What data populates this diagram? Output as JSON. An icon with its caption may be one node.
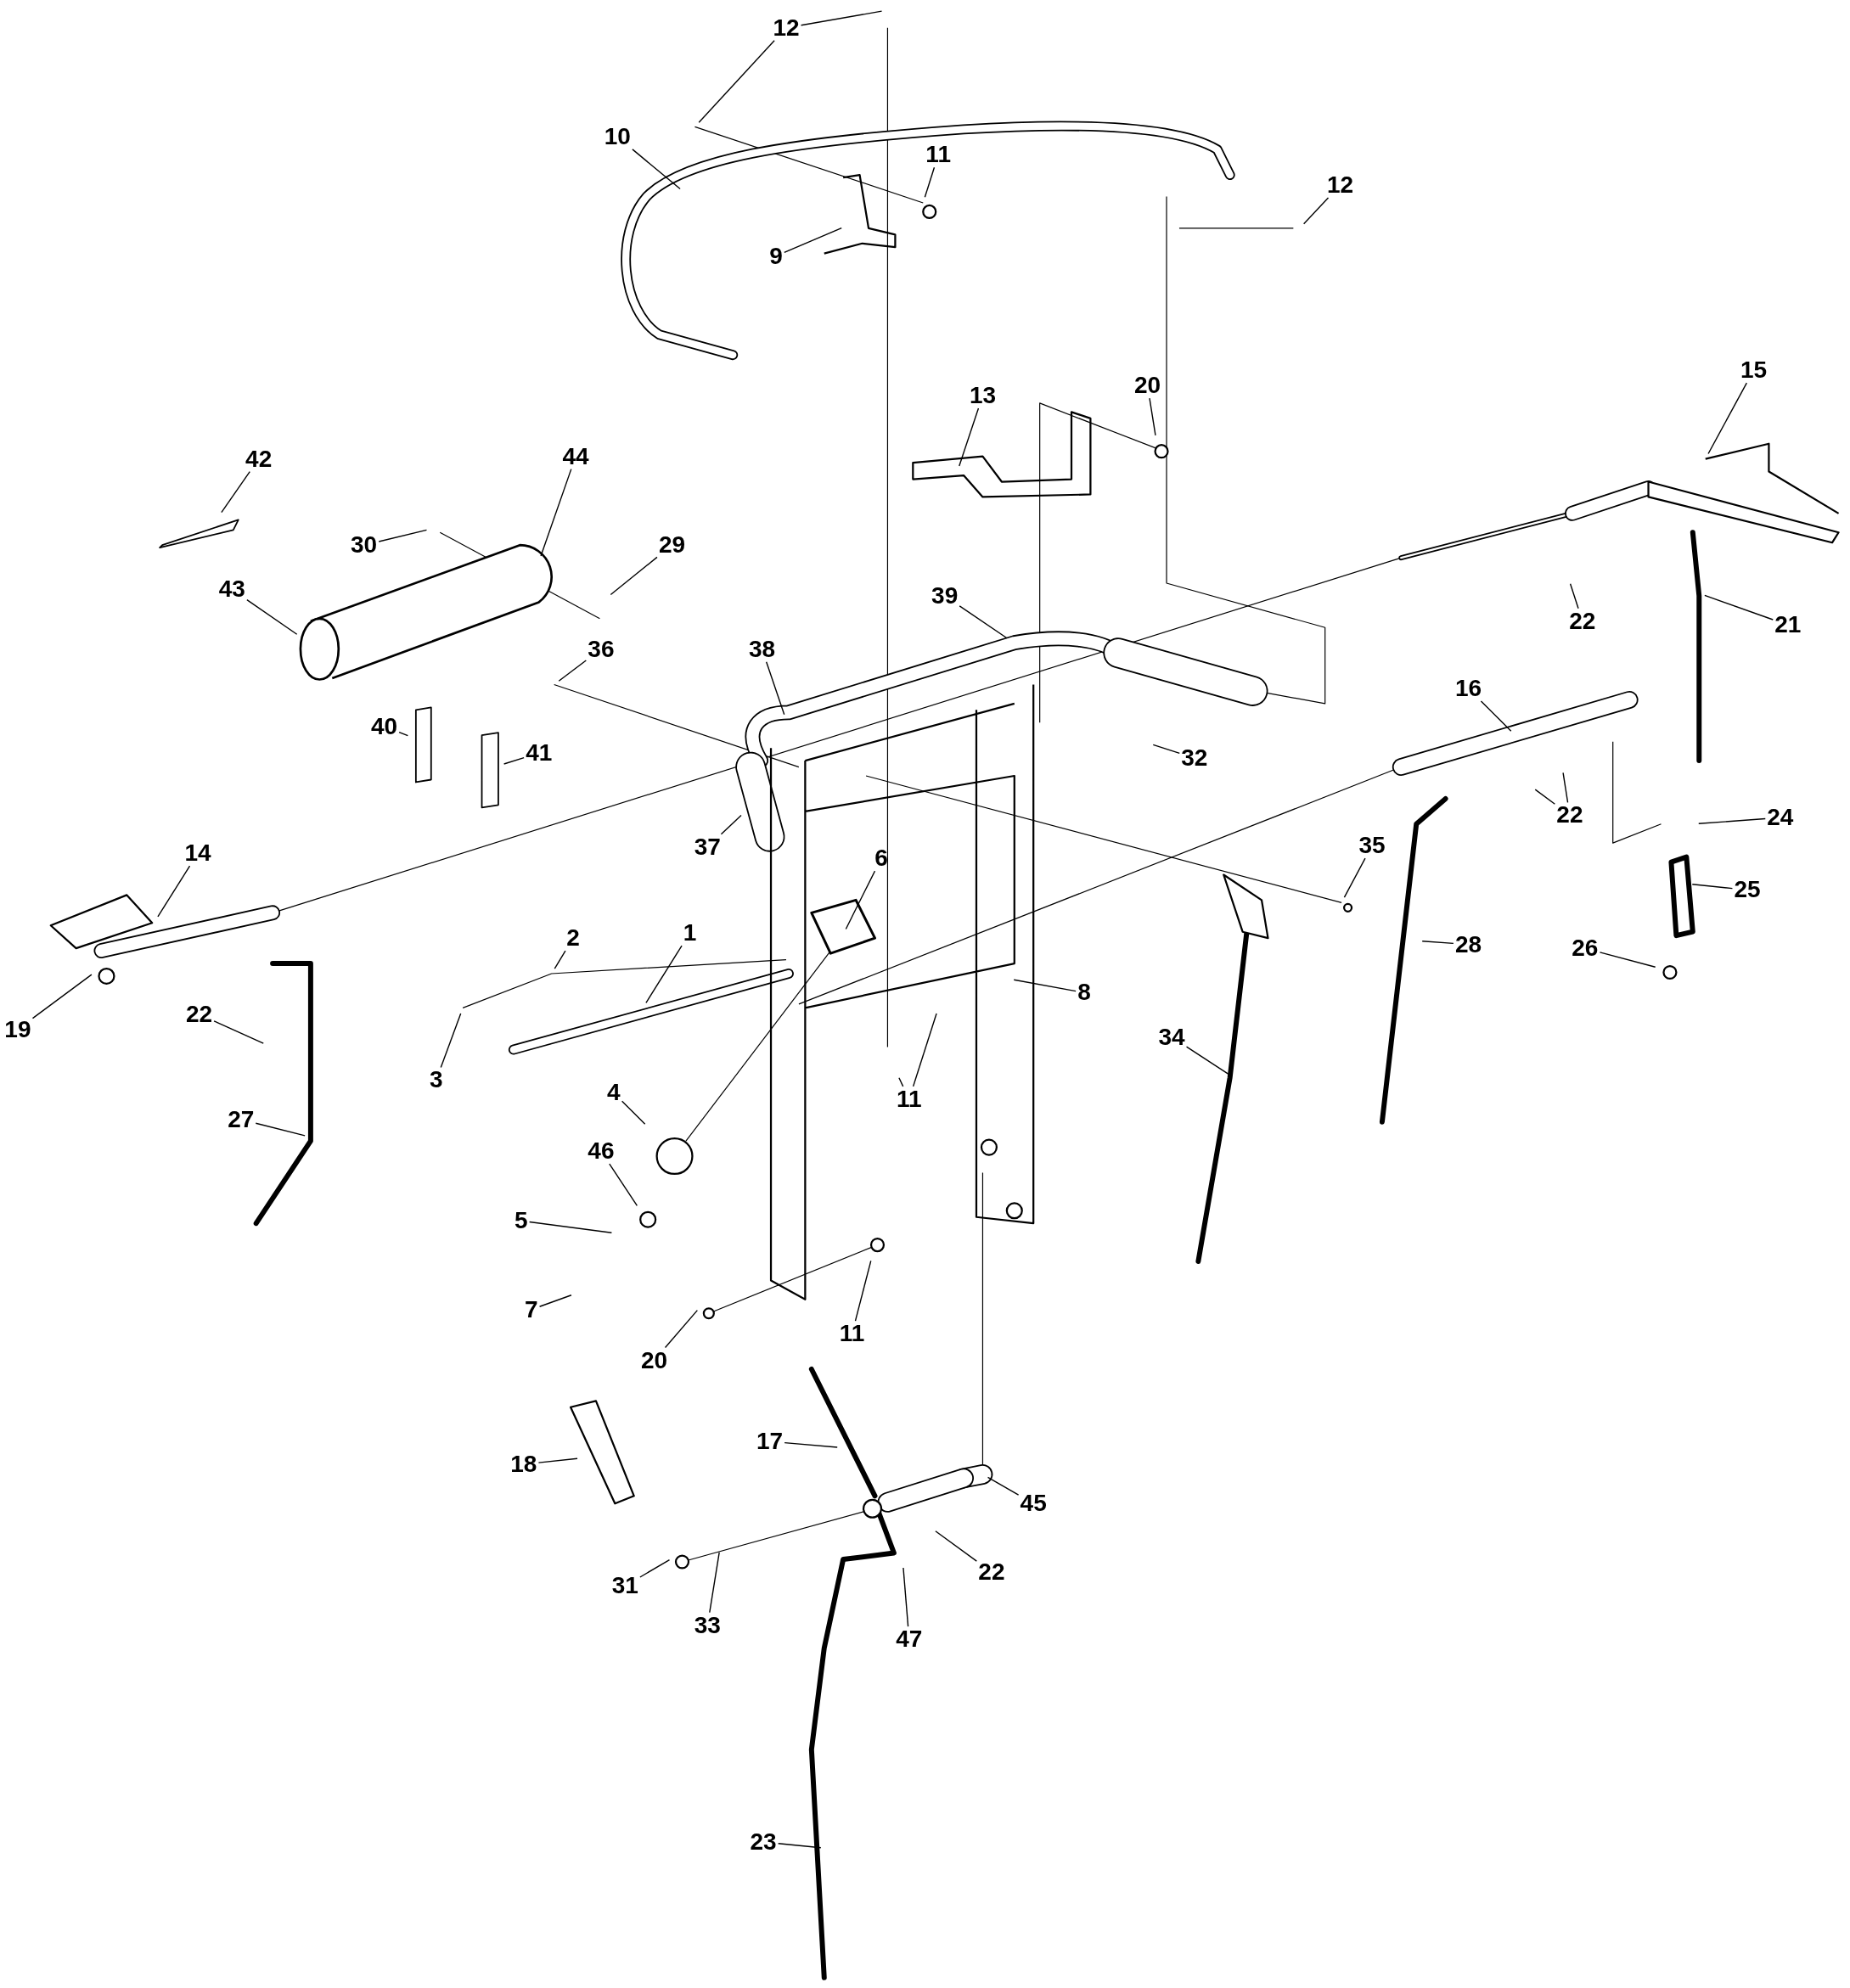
{
  "diagram": {
    "nodes": [
      {
        "text": [
          "12"
        ]
      },
      {
        "text": [
          "10"
        ]
      },
      {
        "text": [
          "11"
        ]
      },
      {
        "text": [
          "12"
        ]
      },
      {
        "text": [
          "9"
        ]
      },
      {
        "text": [
          "15"
        ]
      },
      {
        "text": [
          "20"
        ]
      },
      {
        "text": [
          "13"
        ]
      },
      {
        "text": [
          "44"
        ]
      },
      {
        "text": [
          "42"
        ]
      },
      {
        "text": [
          "30"
        ]
      },
      {
        "text": [
          "29"
        ]
      },
      {
        "text": [
          "43"
        ]
      },
      {
        "text": [
          "39"
        ]
      },
      {
        "text": [
          "22"
        ]
      },
      {
        "text": [
          "21"
        ]
      },
      {
        "text": [
          "36"
        ]
      },
      {
        "text": [
          "38"
        ]
      },
      {
        "text": [
          "16"
        ]
      },
      {
        "text": [
          "40"
        ]
      },
      {
        "text": [
          "41"
        ]
      },
      {
        "text": [
          "32"
        ]
      },
      {
        "text": [
          "22"
        ]
      },
      {
        "text": [
          "24"
        ]
      },
      {
        "text": [
          "37"
        ]
      },
      {
        "text": [
          "14"
        ]
      },
      {
        "text": [
          "35"
        ]
      },
      {
        "text": [
          "6"
        ]
      },
      {
        "text": [
          "25"
        ]
      },
      {
        "text": [
          "1"
        ]
      },
      {
        "text": [
          "2"
        ]
      },
      {
        "text": [
          "28"
        ]
      },
      {
        "text": [
          "26"
        ]
      },
      {
        "text": [
          "8"
        ]
      },
      {
        "text": [
          "22"
        ]
      },
      {
        "text": [
          "19"
        ]
      },
      {
        "text": [
          "34"
        ]
      },
      {
        "text": [
          "3"
        ]
      },
      {
        "text": [
          "4"
        ]
      },
      {
        "text": [
          "11"
        ]
      },
      {
        "text": [
          "27"
        ]
      },
      {
        "text": [
          "46"
        ]
      },
      {
        "text": [
          "5"
        ]
      },
      {
        "text": [
          "7"
        ]
      },
      {
        "text": [
          "11"
        ]
      },
      {
        "text": [
          "20"
        ]
      },
      {
        "text": [
          "17"
        ]
      },
      {
        "text": [
          "18"
        ]
      },
      {
        "text": [
          "45"
        ]
      },
      {
        "text": [
          "22"
        ]
      },
      {
        "text": [
          "31"
        ]
      },
      {
        "text": [
          "33"
        ]
      },
      {
        "text": [
          "47"
        ]
      },
      {
        "text": [
          "23"
        ]
      }
    ],
    "edges": [
      {
        "from": 0,
        "to": null,
        "arrow": "none"
      },
      {
        "from": 0,
        "to": null,
        "arrow": "none"
      },
      {
        "from": 1,
        "to": null,
        "arrow": "none"
      },
      {
        "from": 2,
        "to": null,
        "arrow": "none"
      },
      {
        "from": 3,
        "to": null,
        "arrow": "none"
      },
      {
        "from": 4,
        "to": null,
        "arrow": "none"
      },
      {
        "from": 5,
        "to": null,
        "arrow": "none"
      },
      {
        "from": 6,
        "to": null,
        "arrow": "none"
      },
      {
        "from": 7,
        "to": null,
        "arrow": "none"
      },
      {
        "from": 8,
        "to": null,
        "arrow": "none"
      },
      {
        "from": 9,
        "to": null,
        "arrow": "none"
      },
      {
        "from": 10,
        "to": null,
        "arrow": "none"
      },
      {
        "from": 11,
        "to": null,
        "arrow": "none"
      },
      {
        "from": 12,
        "to": null,
        "arrow": "none"
      },
      {
        "from": 13,
        "to": null,
        "arrow": "none"
      },
      {
        "from": 14,
        "to": null,
        "arrow": "none"
      },
      {
        "from": 15,
        "to": null,
        "arrow": "none"
      },
      {
        "from": 16,
        "to": null,
        "arrow": "none"
      },
      {
        "from": 17,
        "to": null,
        "arrow": "none"
      },
      {
        "from": 18,
        "to": null,
        "arrow": "none"
      },
      {
        "from": 19,
        "to": null,
        "arrow": "none"
      },
      {
        "from": 20,
        "to": null,
        "arrow": "none"
      },
      {
        "from": 21,
        "to": null,
        "arrow": "none"
      },
      {
        "from": 22,
        "to": null,
        "arrow": "none"
      },
      {
        "from": 22,
        "to": null,
        "arrow": "none"
      },
      {
        "from": 23,
        "to": null,
        "arrow": "none"
      },
      {
        "from": 24,
        "to": null,
        "arrow": "none"
      },
      {
        "from": 25,
        "to": null,
        "arrow": "none"
      },
      {
        "from": 26,
        "to": null,
        "arrow": "none"
      },
      {
        "from": 27,
        "to": null,
        "arrow": "none"
      },
      {
        "from": 28,
        "to": null,
        "arrow": "none"
      },
      {
        "from": 29,
        "to": null,
        "arrow": "none"
      },
      {
        "from": 30,
        "to": null,
        "arrow": "none"
      },
      {
        "from": 31,
        "to": null,
        "arrow": "none"
      },
      {
        "from": 32,
        "to": null,
        "arrow": "none"
      },
      {
        "from": 33,
        "to": null,
        "arrow": "none"
      },
      {
        "from": 34,
        "to": null,
        "arrow": "none"
      },
      {
        "from": 35,
        "to": null,
        "arrow": "none"
      },
      {
        "from": 36,
        "to": null,
        "arrow": "none"
      },
      {
        "from": 37,
        "to": null,
        "arrow": "none"
      },
      {
        "from": 38,
        "to": null,
        "arrow": "none"
      },
      {
        "from": 39,
        "to": null,
        "arrow": "none"
      },
      {
        "from": 39,
        "to": null,
        "arrow": "none"
      },
      {
        "from": 40,
        "to": null,
        "arrow": "none"
      },
      {
        "from": 41,
        "to": null,
        "arrow": "none"
      },
      {
        "from": 42,
        "to": null,
        "arrow": "none"
      },
      {
        "from": 43,
        "to": null,
        "arrow": "none"
      },
      {
        "from": 44,
        "to": null,
        "arrow": "none"
      },
      {
        "from": 45,
        "to": null,
        "arrow": "none"
      },
      {
        "from": 46,
        "to": null,
        "arrow": "none"
      },
      {
        "from": 47,
        "to": null,
        "arrow": "none"
      },
      {
        "from": 48,
        "to": null,
        "arrow": "none"
      },
      {
        "from": 49,
        "to": null,
        "arrow": "none"
      },
      {
        "from": 50,
        "to": null,
        "arrow": "none"
      },
      {
        "from": 51,
        "to": null,
        "arrow": "none"
      },
      {
        "from": 52,
        "to": null,
        "arrow": "none"
      },
      {
        "from": 53,
        "to": null,
        "arrow": "none"
      }
    ]
  }
}
